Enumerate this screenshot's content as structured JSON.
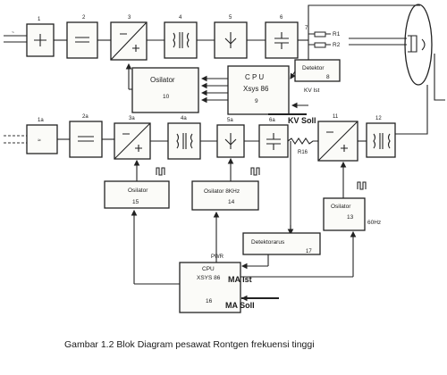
{
  "blocks": {
    "n1": "1",
    "n2": "2",
    "n3": "3",
    "n4": "4",
    "n5": "5",
    "n6": "6",
    "n7": "7",
    "n1a": "1a",
    "n2a": "2a",
    "n3a": "3a",
    "n4a": "4a",
    "n5a": "5a",
    "n6a": "6a",
    "n11": "11",
    "n12": "12"
  },
  "labels": {
    "r1": "R1",
    "r2": "R2",
    "osc10_title": "Osilator",
    "osc10_num": "10",
    "cpu9_title": "C P U",
    "cpu9_model": "Xsys 86",
    "cpu9_num": "9",
    "det8_title": "Detektor",
    "det8_num": "8",
    "kv_ist": "KV Ist",
    "kv_soll": "KV Soll",
    "osc15_title": "Osilator",
    "osc15_num": "15",
    "osc14_title": "Osilator 8KHz",
    "osc14_num": "14",
    "osc13_title": "Osilator",
    "osc13_num": "13",
    "osc13_freq": "60Hz",
    "det_arus_title": "Detektorarus",
    "det_arus_num": "17",
    "cpu16_title": "CPU",
    "cpu16_model": "XSYS 86",
    "cpu16_num": "16",
    "ma_ist": "MA Ist",
    "ma_soll": "MA Soll",
    "r16": "R16",
    "pwr": "PWR"
  },
  "caption": "Gambar 1.2 Blok Diagram pesawat Rontgen frekuensi tinggi"
}
